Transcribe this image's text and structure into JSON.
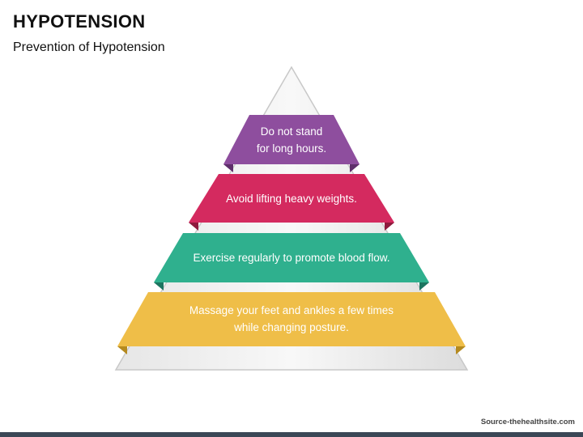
{
  "header": {
    "title": "HYPOTENSION",
    "subtitle": "Prevention of Hypotension"
  },
  "pyramid": {
    "levels": [
      {
        "text_line1": "Do not stand",
        "text_line2": "for long hours.",
        "color": "#8e4e9e",
        "fold_color": "#5f2f6b"
      },
      {
        "text_line1": "Avoid lifting heavy weights.",
        "text_line2": "",
        "color": "#d42a5f",
        "fold_color": "#8e1a3d"
      },
      {
        "text_line1": "Exercise regularly to promote blood flow.",
        "text_line2": "",
        "color": "#2fb08e",
        "fold_color": "#1d7560"
      },
      {
        "text_line1": "Massage your feet and ankles a few times",
        "text_line2": "while changing posture.",
        "color": "#efbe48",
        "fold_color": "#b58a1f"
      }
    ]
  },
  "footer": {
    "source": "Source-thehealthsite.com"
  }
}
